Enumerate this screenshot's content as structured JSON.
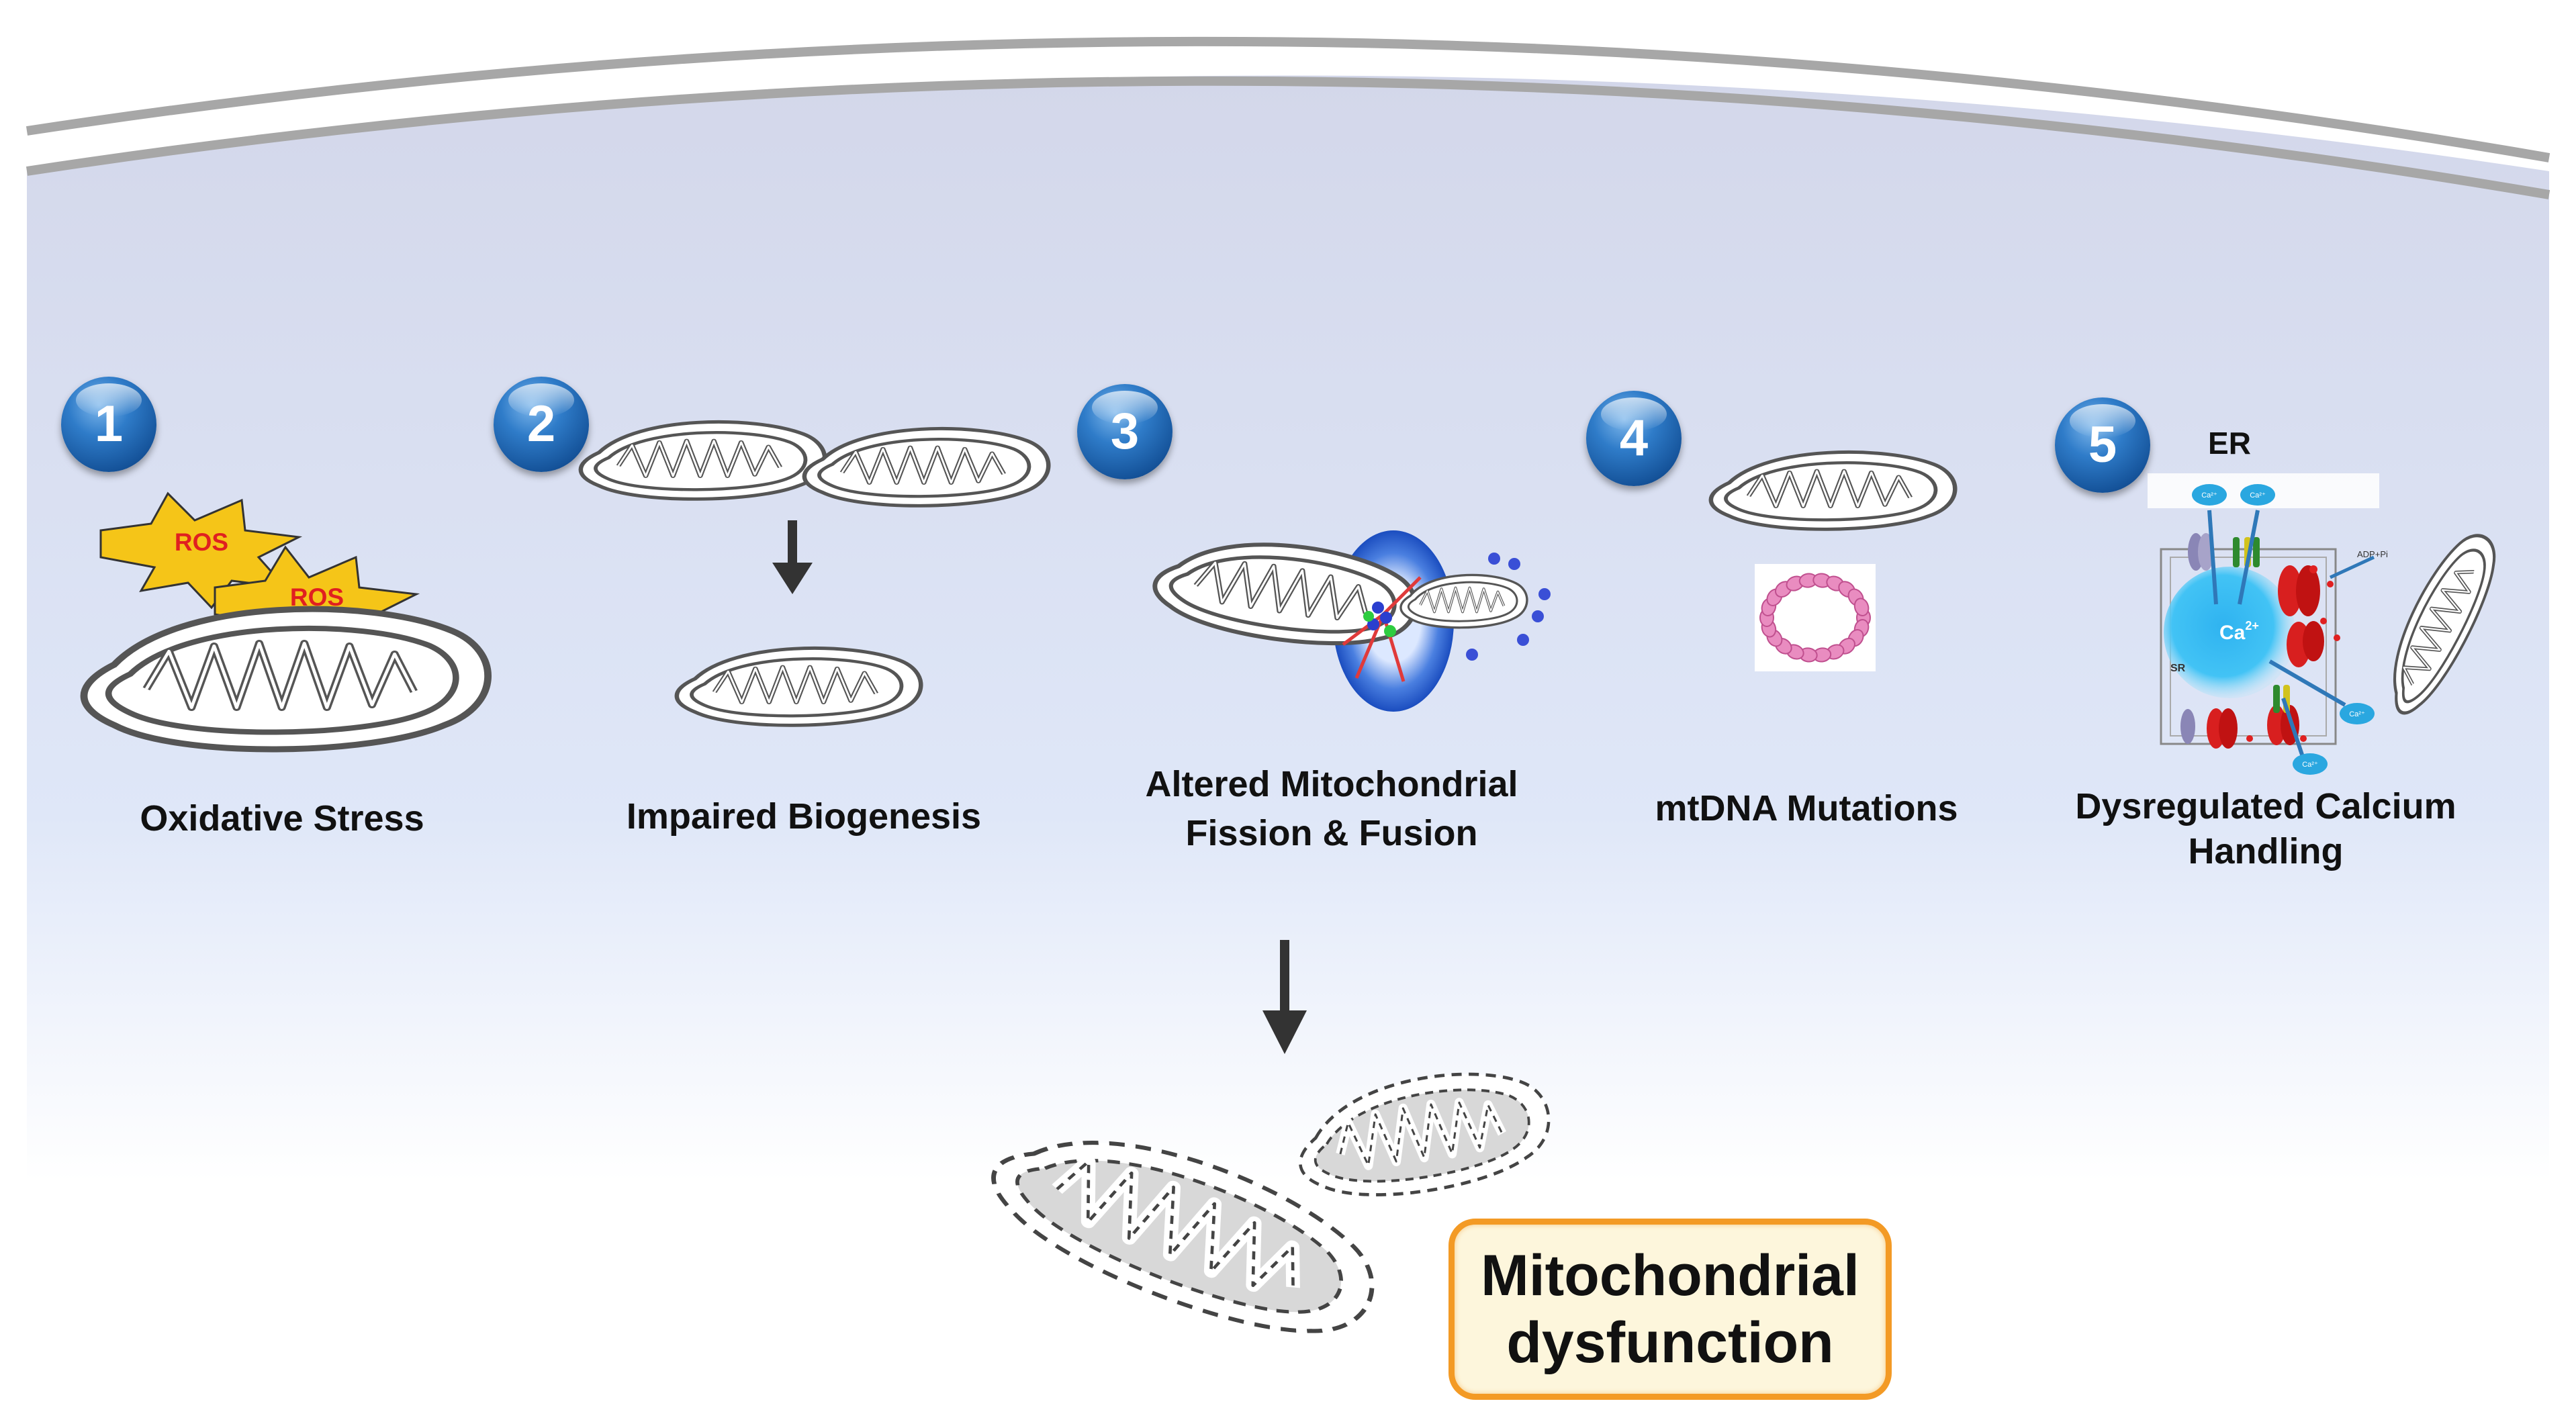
{
  "steps": [
    {
      "number": "1",
      "label": "Oxidative Stress"
    },
    {
      "number": "2",
      "label": "Impaired Biogenesis"
    },
    {
      "number": "3",
      "label_line1": "Altered Mitochondrial",
      "label_line2": "Fission & Fusion"
    },
    {
      "number": "4",
      "label": "mtDNA Mutations"
    },
    {
      "number": "5",
      "label_line1": "Dysregulated Calcium",
      "label_line2": "Handling"
    }
  ],
  "ros_label": "ROS",
  "calcium_panel": {
    "er_label": "ER",
    "sr_label": "SR",
    "ca_label": "Ca",
    "ca_charge": "2+",
    "adp_label": "ADP+Pi",
    "ca_ion_label": "Ca²⁺"
  },
  "outcome": {
    "line1": "Mitochondrial",
    "line2": "dysfunction"
  },
  "colors": {
    "badge": "#1f66b3",
    "outcome_border": "#f39a25",
    "ros_burst": "#f5c518",
    "ros_text": "#e02020",
    "background_top": "#d3d7ea",
    "background_bottom": "#ffffff"
  }
}
